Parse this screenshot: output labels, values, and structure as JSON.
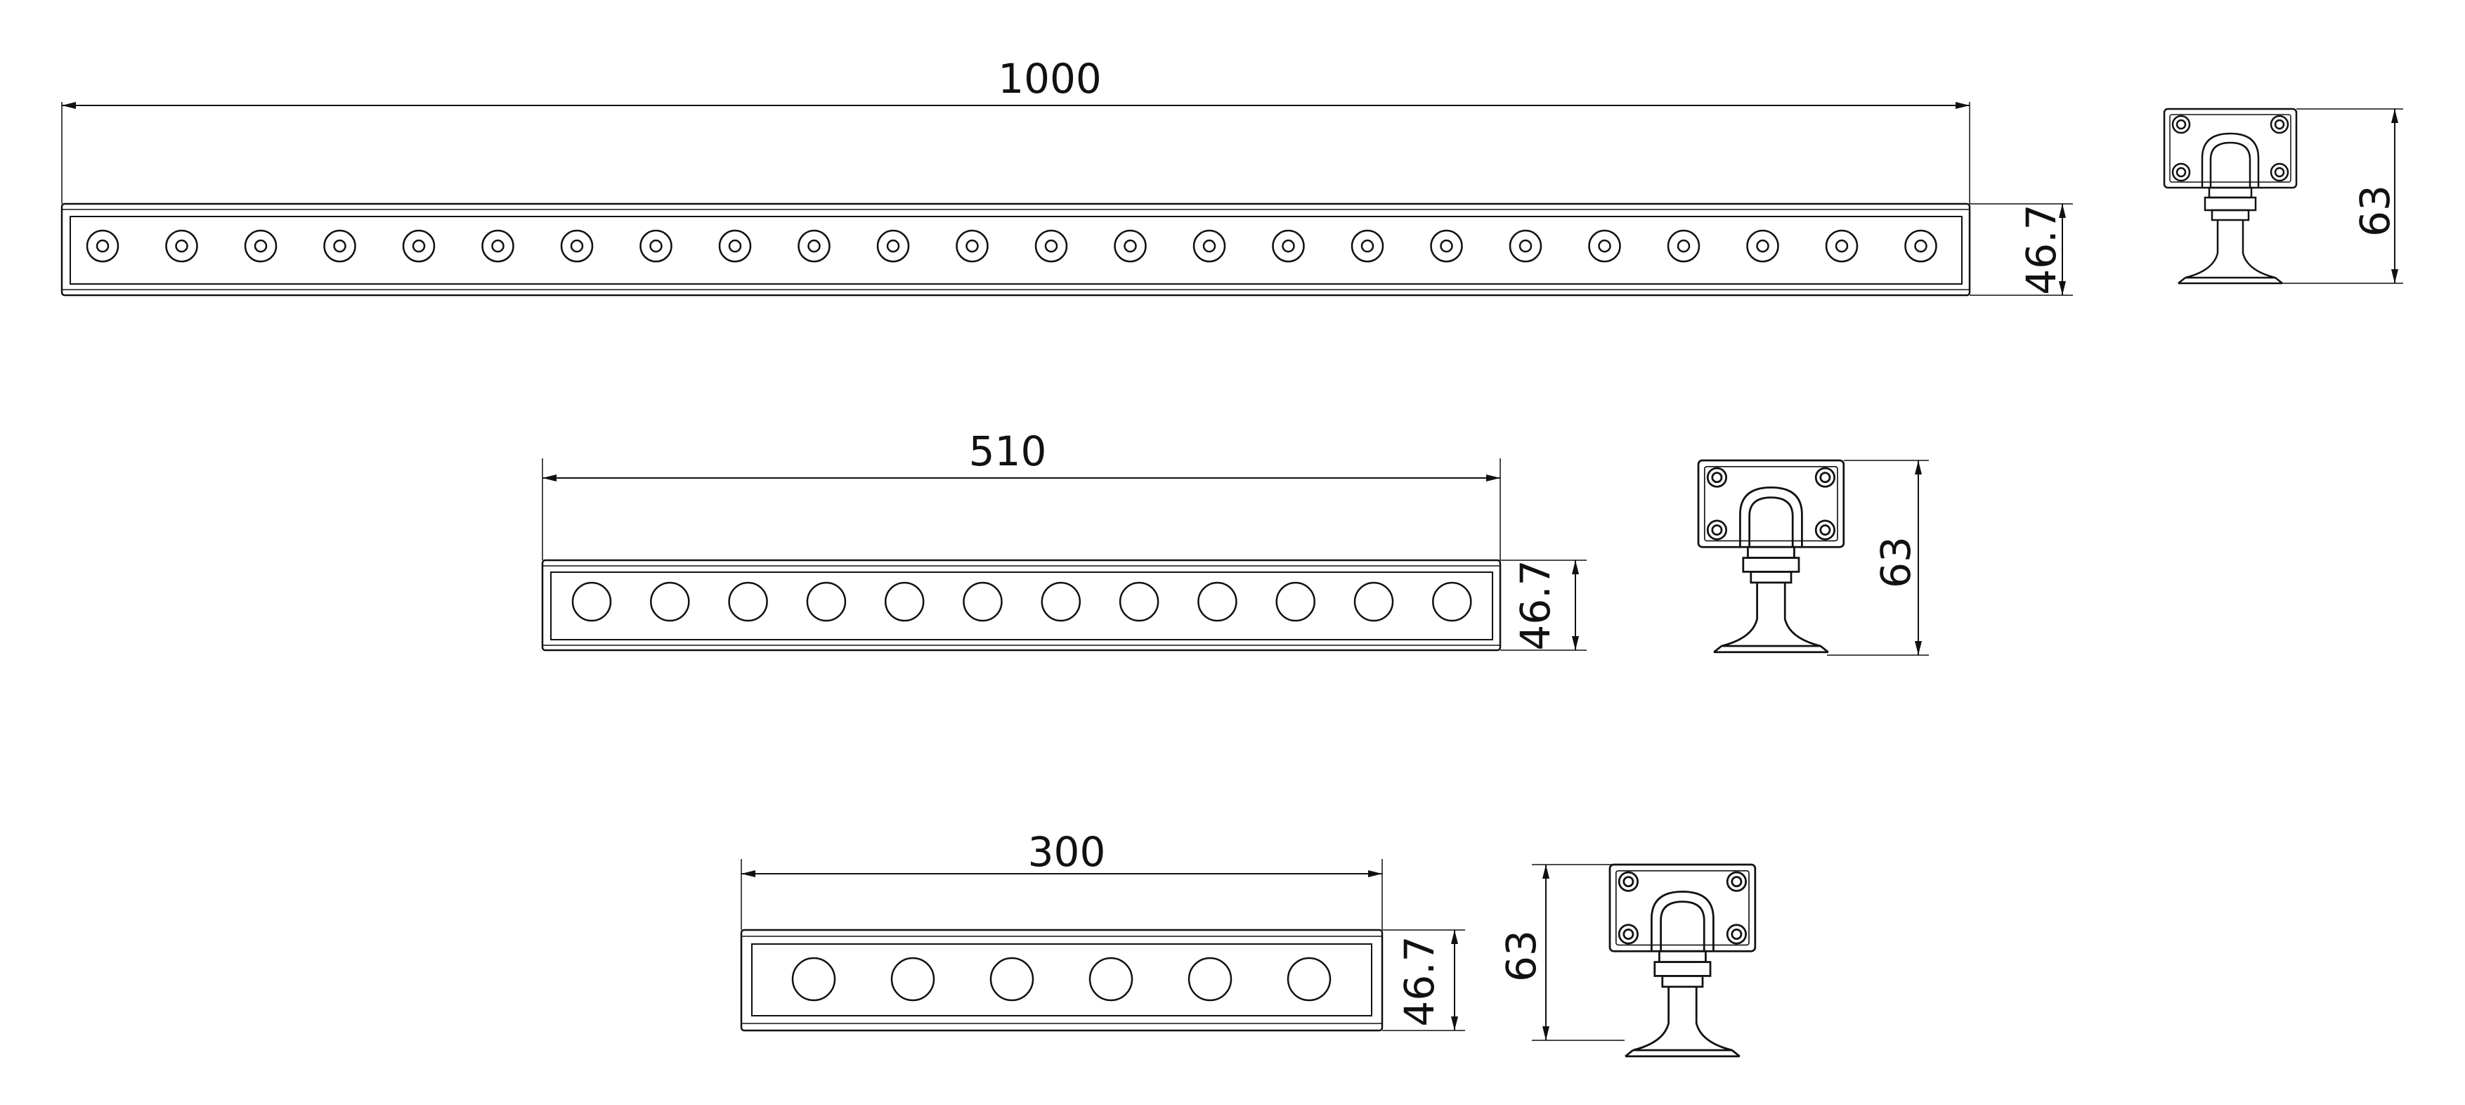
{
  "colors": {
    "line": "#111111",
    "background": "#ffffff"
  },
  "fixtures": [
    {
      "id": "fixture-1000",
      "length_label": "1000",
      "height_label": "46.7",
      "side_height_label": "63",
      "led_count": 24
    },
    {
      "id": "fixture-510",
      "length_label": "510",
      "height_label": "46.7",
      "side_height_label": "63",
      "led_count": 12
    },
    {
      "id": "fixture-300",
      "length_label": "300",
      "height_label": "46.7",
      "side_height_label": "63",
      "led_count": 6
    }
  ]
}
